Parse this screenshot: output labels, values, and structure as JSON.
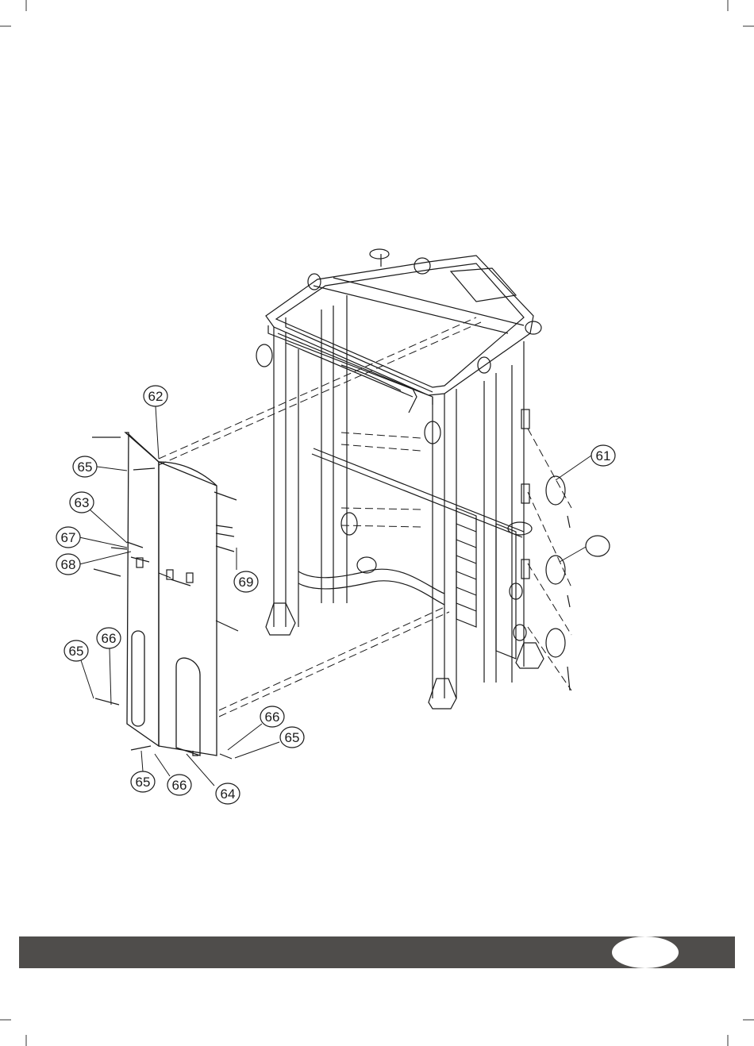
{
  "diagram": {
    "title": "",
    "callouts": [
      "61",
      "62",
      "63",
      "64",
      "65",
      "65",
      "65",
      "65",
      "66",
      "66",
      "66",
      "67",
      "68",
      "69",
      ""
    ]
  },
  "footer": {
    "page_number": ""
  },
  "colors": {
    "line": "#1a1a1a",
    "footer_bar": "#4f4d4b"
  }
}
